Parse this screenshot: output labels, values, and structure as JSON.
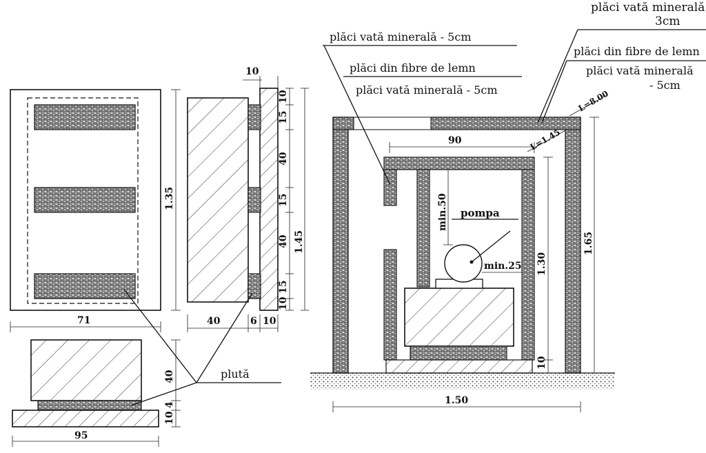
{
  "labels": {
    "mineral_wool_5cm_top": "plăci vată minerală - 5cm",
    "wood_fiber_left": "plăci din fibre de lemn",
    "mineral_wool_5cm_mid": "plăci vată minerală  - 5cm",
    "mineral_wool_3cm_line1": "plăci vată minerală",
    "mineral_wool_3cm_line2": "3cm",
    "wood_fiber_right": "plăci din fibre de lemn",
    "mineral_wool_right_line1": "plăci vată minerală",
    "mineral_wool_right_line2": "- 5cm",
    "cork": "plută",
    "pump": "pompa"
  },
  "dimensions": {
    "front_width": "71",
    "front_height": "1.35",
    "side_top": "10",
    "side_seg_10_top": "10",
    "side_seg_15_a": "15",
    "side_seg_40_a": "40",
    "side_seg_15_b": "15",
    "side_seg_40_b": "40",
    "side_seg_15_c": "15",
    "side_seg_10_bottom": "10",
    "side_total": "1.45",
    "side_bottom_40": "40",
    "side_bottom_6": "6",
    "side_bottom_10": "10",
    "base_height_40": "40",
    "base_4": "4",
    "base_10": "10",
    "base_width": "95",
    "inner_width": "90",
    "pump_clear_top": "min.50",
    "pump_clear_side": "min.25",
    "inner_height": "1.30",
    "inner_bottom": "10",
    "outer_height": "1.65",
    "outer_width": "1.50",
    "l_outer": "L=8.00",
    "l_inner": "L=1.45"
  }
}
